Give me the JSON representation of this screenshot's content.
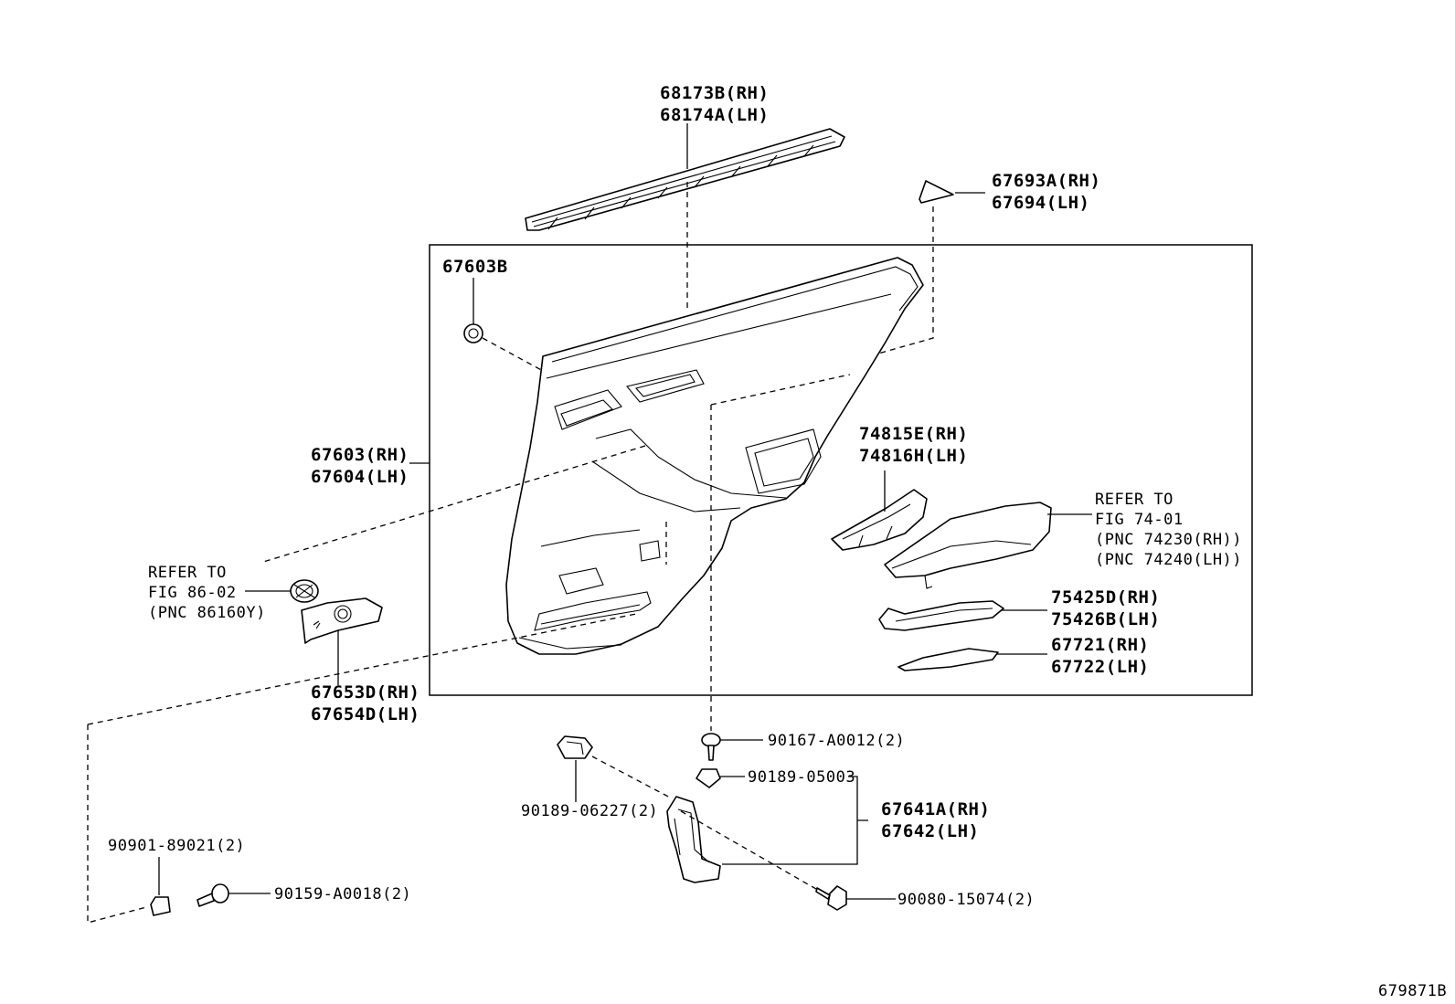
{
  "figure_id": "679871B",
  "callouts": {
    "weatherstrip_rh": "68173B(RH)",
    "weatherstrip_lh": "68174A(LH)",
    "cover_rh": "67693A(RH)",
    "cover_lh": "67694(LH)",
    "clip_67603b": "67603B",
    "panel_rh": "67603(RH)",
    "panel_lh": "67604(LH)",
    "bezel_rh": "74815E(RH)",
    "bezel_lh": "74816H(LH)",
    "armrest_ref_1": "REFER TO",
    "armrest_ref_2": "FIG 74-01",
    "armrest_ref_3": "(PNC 74230(RH))",
    "armrest_ref_4": "(PNC 74240(LH))",
    "moulding_rh": "75425D(RH)",
    "moulding_lh": "75426B(LH)",
    "pad_rh": "67721(RH)",
    "pad_lh": "67722(LH)",
    "speaker_ref_1": "REFER TO",
    "speaker_ref_2": "FIG 86-02",
    "speaker_ref_3": "(PNC 86160Y)",
    "grille_rh": "67653D(RH)",
    "grille_lh": "67654D(LH)",
    "screw_90167": "90167-A0012(2)",
    "clip_90189_05003": "90189-05003",
    "clip_90189_06227": "90189-06227(2)",
    "bracket_rh": "67641A(RH)",
    "bracket_lh": "67642(LH)",
    "nut_90901": "90901-89021(2)",
    "screw_90159": "90159-A0018(2)",
    "bolt_90080": "90080-15074(2)"
  }
}
